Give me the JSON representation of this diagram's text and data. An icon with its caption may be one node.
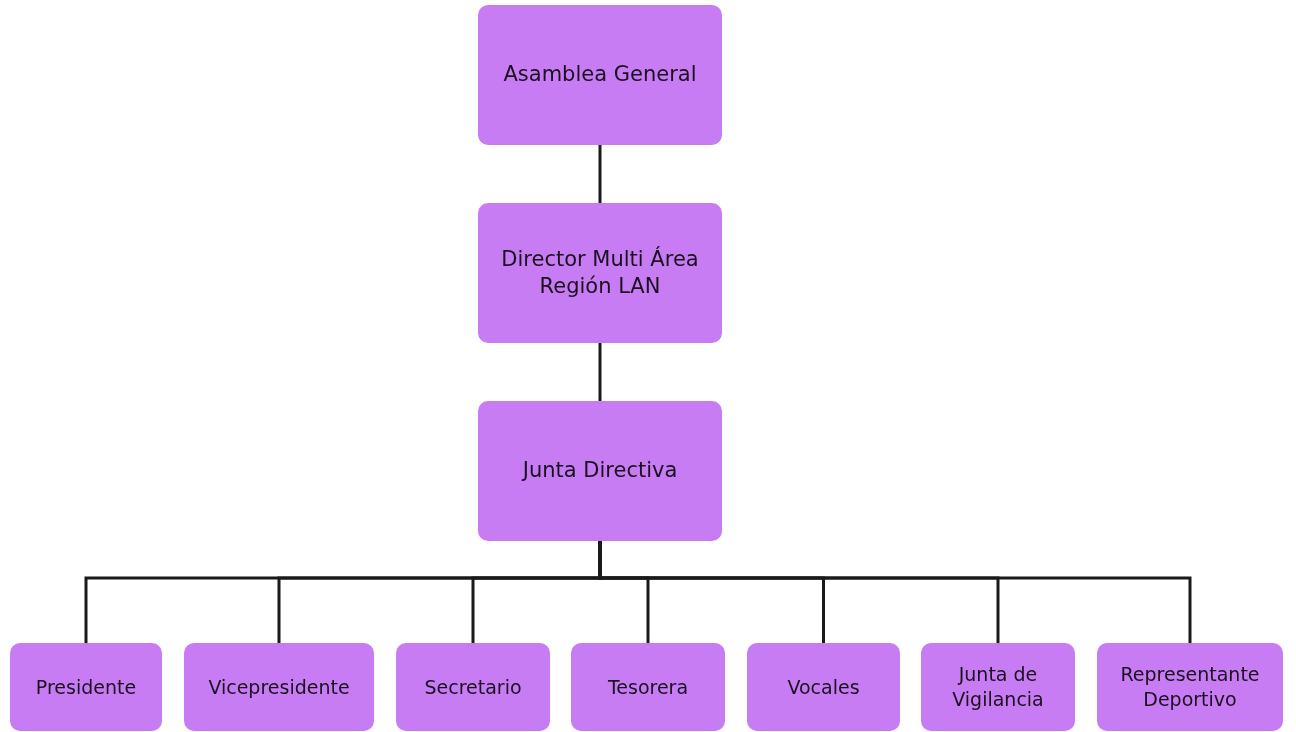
{
  "diagram": {
    "nodes": [
      {
        "text": [
          "Asamblea General"
        ]
      },
      {
        "text": [
          "Director Multi Área Región LAN"
        ]
      },
      {
        "text": [
          "Junta Directiva"
        ]
      },
      {
        "text": [
          "Presidente"
        ]
      },
      {
        "text": [
          "Vicepresidente"
        ]
      },
      {
        "text": [
          "Secretario"
        ]
      },
      {
        "text": [
          "Tesorera"
        ]
      },
      {
        "text": [
          "Vocales"
        ]
      },
      {
        "text": [
          "Junta de Vigilancia"
        ]
      },
      {
        "text": [
          "Representante Deportivo"
        ]
      }
    ],
    "edges": [
      {
        "from": 0,
        "to": 1,
        "arrow": "none"
      },
      {
        "from": 1,
        "to": 2,
        "arrow": "none"
      },
      {
        "from": 2,
        "to": 3,
        "arrow": "none"
      },
      {
        "from": 2,
        "to": 4,
        "arrow": "none"
      },
      {
        "from": 2,
        "to": 5,
        "arrow": "none"
      },
      {
        "from": 2,
        "to": 6,
        "arrow": "none"
      },
      {
        "from": 2,
        "to": 7,
        "arrow": "none"
      },
      {
        "from": 2,
        "to": 8,
        "arrow": "none"
      },
      {
        "from": 2,
        "to": 9,
        "arrow": "none"
      }
    ]
  }
}
